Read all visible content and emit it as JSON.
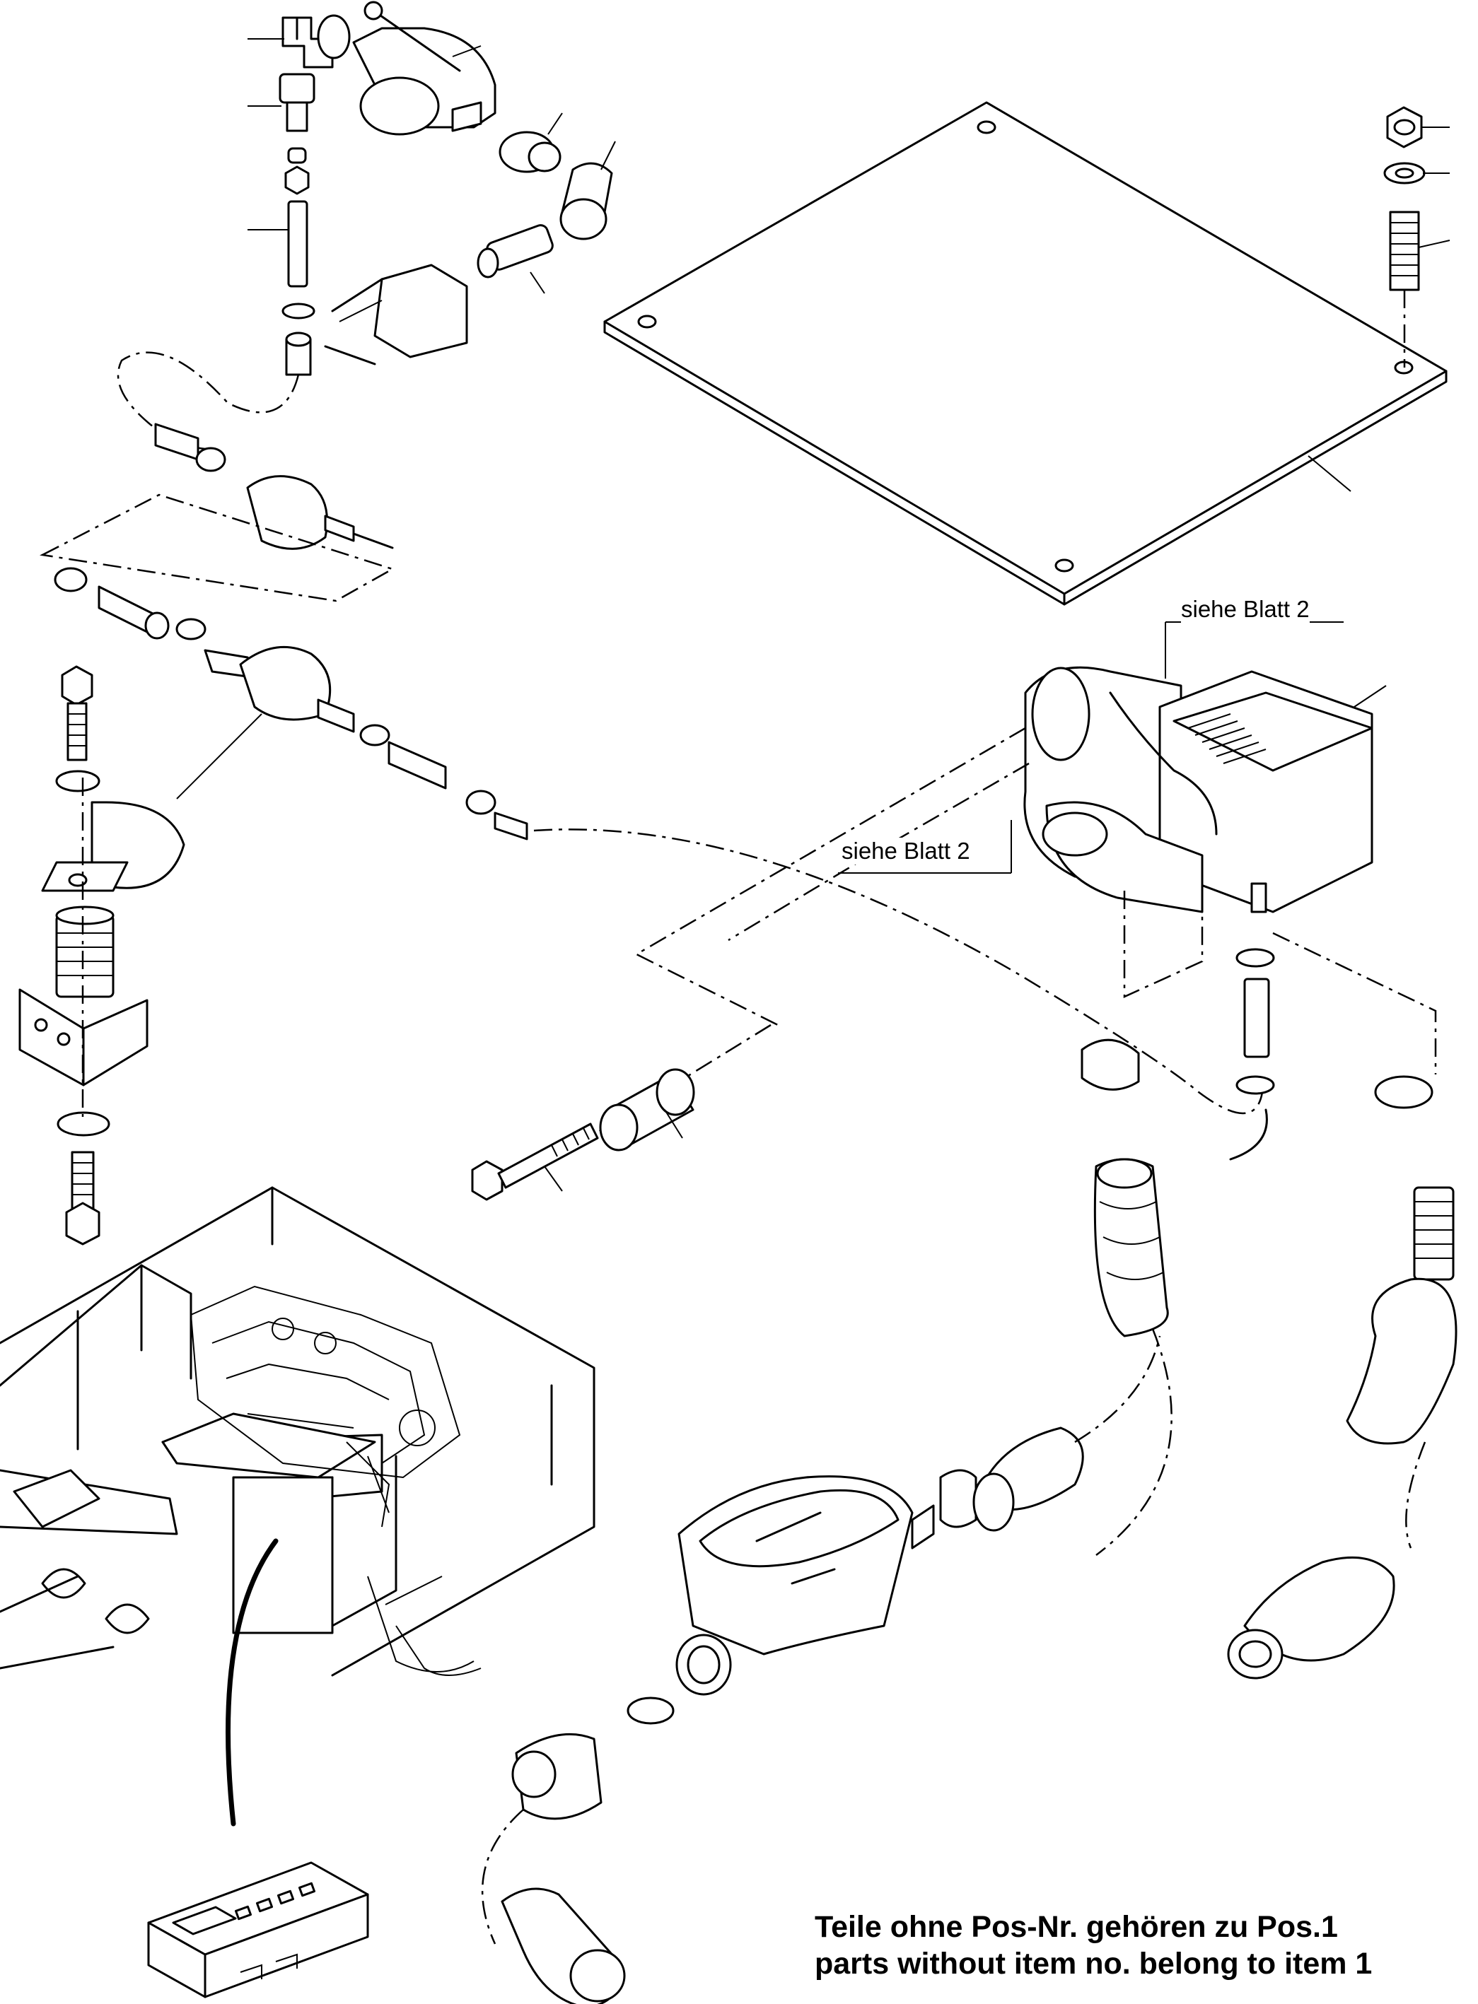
{
  "annotations": {
    "ref_sheet_1": "siehe Blatt 2",
    "ref_sheet_2": "siehe Blatt 2"
  },
  "note": {
    "line_de": "Teile ohne Pos-Nr. gehören zu Pos.1",
    "line_en": "parts without item no. belong to item 1"
  }
}
